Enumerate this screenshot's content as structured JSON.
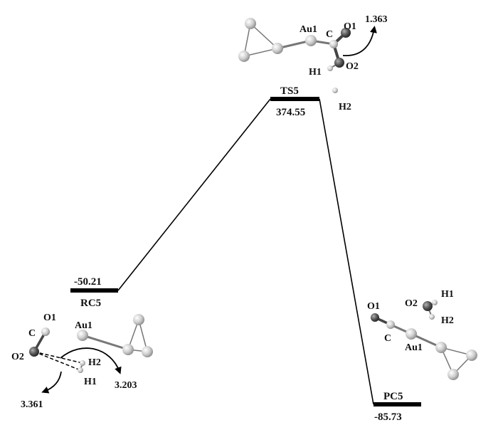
{
  "diagram": {
    "states": [
      {
        "id": "rc5",
        "name": "RC5",
        "energy": "-50.21"
      },
      {
        "id": "ts5",
        "name": "TS5",
        "energy": "374.55"
      },
      {
        "id": "pc5",
        "name": "PC5",
        "energy": "-85.73"
      }
    ],
    "structures": {
      "rc5": {
        "atoms": {
          "o1": "O1",
          "c": "C",
          "o2": "O2",
          "au1": "Au1",
          "h1": "H1",
          "h2": "H2"
        },
        "distances": {
          "o2_h1": "3.361",
          "o2_h2": "3.203"
        }
      },
      "ts5": {
        "atoms": {
          "au1": "Au1",
          "c": "C",
          "o1": "O1",
          "o2": "O2",
          "h1": "H1",
          "h2": "H2"
        },
        "distances": {
          "c_o2": "1.363"
        }
      },
      "pc5": {
        "atoms": {
          "o1": "O1",
          "c": "C",
          "au1": "Au1",
          "o2": "O2",
          "h1": "H1",
          "h2": "H2"
        }
      }
    },
    "colors": {
      "line": "#000000",
      "atom_light": "#c8c8c8",
      "atom_dark": "#555555"
    }
  }
}
